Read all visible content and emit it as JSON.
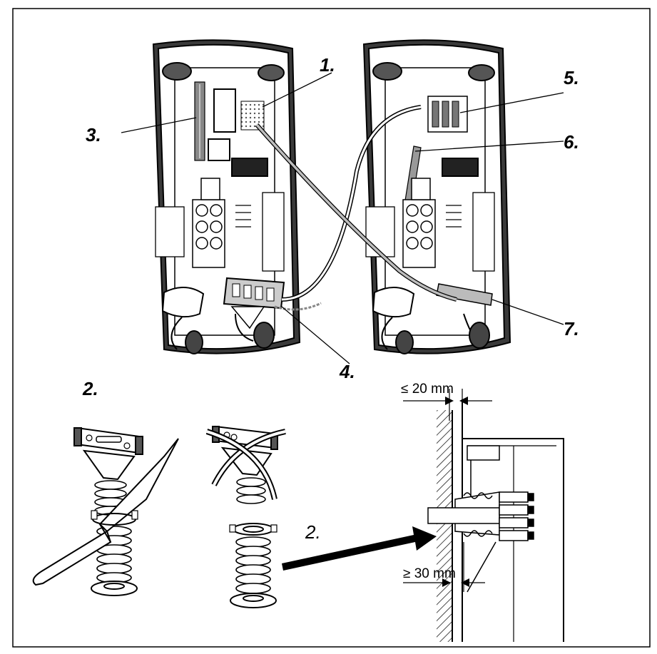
{
  "callouts": {
    "c1": "1.",
    "c2_top": "2.",
    "c2_arrow": "2.",
    "c3": "3.",
    "c4": "4.",
    "c5": "5.",
    "c6": "6.",
    "c7": "7."
  },
  "dimensions": {
    "wall_gap": "≤ 20 mm",
    "grommet_offset": "≥ 30 mm"
  },
  "colors": {
    "line": "#000000",
    "background": "#ffffff",
    "cable_shade": "#bdbdbd"
  }
}
